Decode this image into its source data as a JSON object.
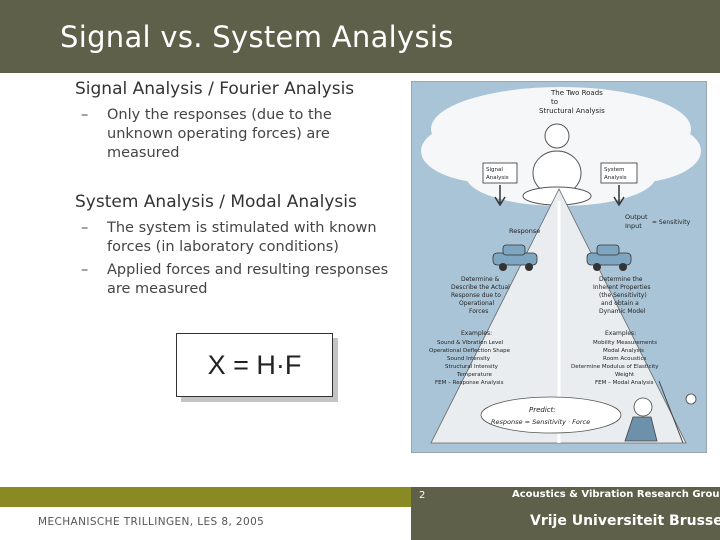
{
  "slide": {
    "title": "Signal vs. System Analysis",
    "section1": {
      "heading": "Signal Analysis / Fourier Analysis",
      "bullets": [
        "Only the responses (due to the unknown operating forces) are measured"
      ]
    },
    "section2": {
      "heading": "System Analysis / Modal Analysis",
      "bullets": [
        "The system is stimulated with known forces (in laboratory conditions)",
        "Applied forces and resulting responses are measured"
      ]
    },
    "formula": "X = H·F",
    "bullet_marker": "–"
  },
  "figure": {
    "cloud_title": "The Two Roads to Structural Analysis",
    "signal_label": "Signal Analysis",
    "system_label": "System Analysis",
    "response_label": "Response",
    "output_label": "Output",
    "input_label": "Input",
    "sensitivity_label": "= Sensitivity",
    "left_desc": "Determine & Describe the Actual Response due to Operational Forces",
    "right_desc": "Determine the Inherent Properties (the Sensitivity) and obtain a Dynamic Model",
    "left_examples_title": "Examples:",
    "left_examples": [
      "Sound & Vibration Level",
      "Operational Deflection Shape",
      "Sound Intensity",
      "Structural Intensity",
      "Temperature",
      "FEM – Response Analysis"
    ],
    "right_examples_title": "Examples:",
    "right_examples": [
      "Mobility Measurements",
      "Modal Analysis",
      "Room Acoustics",
      "Determine Modulus of Elasticity",
      "Weight",
      "FEM – Modal Analysis"
    ],
    "predict_title": "Predict:",
    "predict_formula": "Response = Sensitivity · Force",
    "colors": {
      "sky": "#a9c4d6",
      "road": "#e9edf0",
      "cloud": "#f5f7f8"
    }
  },
  "footer": {
    "slide_number": "2",
    "research_group": "Acoustics & Vibration Research Group",
    "university": "Vrije Universiteit Brussel",
    "course": "MECHANISCHE TRILLINGEN, LES 8, 2005",
    "colors": {
      "band": "#8a8a24",
      "panel": "#5f6049"
    }
  }
}
